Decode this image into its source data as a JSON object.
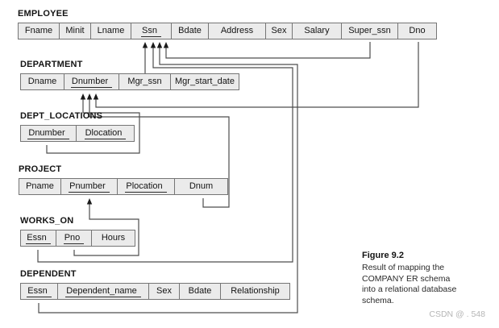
{
  "figure": {
    "label": "Figure 9.2",
    "caption_lines": [
      "Result of mapping the",
      "COMPANY ER schema",
      "into a relational database",
      "schema."
    ],
    "watermark": "CSDN @ . 548"
  },
  "tables": [
    {
      "id": "employee",
      "name": "EMPLOYEE",
      "fields": [
        {
          "name": "Fname",
          "key": false
        },
        {
          "name": "Minit",
          "key": false
        },
        {
          "name": "Lname",
          "key": false
        },
        {
          "name": "Ssn",
          "key": true
        },
        {
          "name": "Bdate",
          "key": false
        },
        {
          "name": "Address",
          "key": false
        },
        {
          "name": "Sex",
          "key": false
        },
        {
          "name": "Salary",
          "key": false
        },
        {
          "name": "Super_ssn",
          "key": false
        },
        {
          "name": "Dno",
          "key": false
        }
      ]
    },
    {
      "id": "department",
      "name": "DEPARTMENT",
      "fields": [
        {
          "name": "Dname",
          "key": false
        },
        {
          "name": "Dnumber",
          "key": true
        },
        {
          "name": "Mgr_ssn",
          "key": false
        },
        {
          "name": "Mgr_start_date",
          "key": false
        }
      ]
    },
    {
      "id": "dept_locations",
      "name": "DEPT_LOCATIONS",
      "fields": [
        {
          "name": "Dnumber",
          "key": true
        },
        {
          "name": "Dlocation",
          "key": true
        }
      ]
    },
    {
      "id": "project",
      "name": "PROJECT",
      "fields": [
        {
          "name": "Pname",
          "key": false
        },
        {
          "name": "Pnumber",
          "key": true
        },
        {
          "name": "Plocation",
          "key": true
        },
        {
          "name": "Dnum",
          "key": false
        }
      ]
    },
    {
      "id": "works_on",
      "name": "WORKS_ON",
      "fields": [
        {
          "name": "Essn",
          "key": true
        },
        {
          "name": "Pno",
          "key": true
        },
        {
          "name": "Hours",
          "key": false
        }
      ]
    },
    {
      "id": "dependent",
      "name": "DEPENDENT",
      "fields": [
        {
          "name": "Essn",
          "key": true
        },
        {
          "name": "Dependent_name",
          "key": true
        },
        {
          "name": "Sex",
          "key": false
        },
        {
          "name": "Bdate",
          "key": false
        },
        {
          "name": "Relationship",
          "key": false
        }
      ]
    }
  ],
  "foreign_keys": [
    {
      "id": "fk_mgrssn_to_ssn",
      "from": "DEPARTMENT.Mgr_ssn",
      "to": "EMPLOYEE.Ssn"
    },
    {
      "id": "fk_superssn_to_ssn",
      "from": "EMPLOYEE.Super_ssn",
      "to": "EMPLOYEE.Ssn"
    },
    {
      "id": "fk_workson_essn_to_ssn",
      "from": "WORKS_ON.Essn",
      "to": "EMPLOYEE.Ssn"
    },
    {
      "id": "fk_dependent_essn_to_ssn",
      "from": "DEPENDENT.Essn",
      "to": "EMPLOYEE.Ssn"
    },
    {
      "id": "fk_dno_to_dnumber",
      "from": "EMPLOYEE.Dno",
      "to": "DEPARTMENT.Dnumber"
    },
    {
      "id": "fk_deptloc_to_dnumber",
      "from": "DEPT_LOCATIONS.Dnumber",
      "to": "DEPARTMENT.Dnumber"
    },
    {
      "id": "fk_dnum_to_dnumber",
      "from": "PROJECT.Dnum",
      "to": "DEPARTMENT.Dnumber"
    },
    {
      "id": "fk_pno_to_pnumber",
      "from": "WORKS_ON.Pno",
      "to": "PROJECT.Pnumber"
    }
  ],
  "colors": {
    "cell_fill": "#ebebeb",
    "cell_border": "#757575",
    "connector_line": "#4d4d4d",
    "arrowhead": "#1a1a1a",
    "text": "#141414",
    "watermark": "#b5b5b5"
  }
}
